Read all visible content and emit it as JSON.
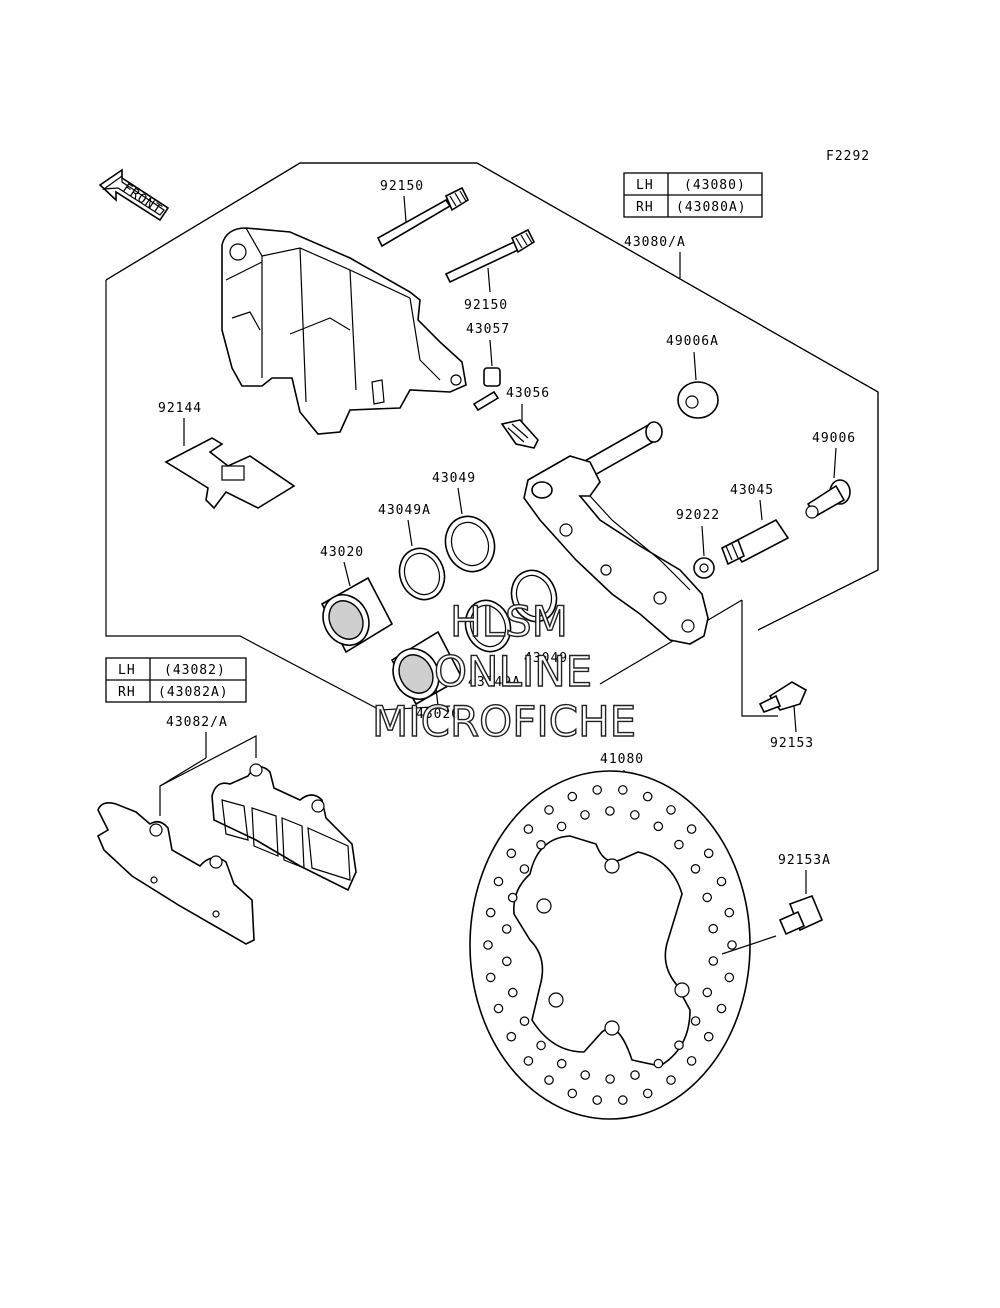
{
  "diagram_code": "F2292",
  "front_label": "FRONT",
  "caliper_table": {
    "rows": [
      {
        "side": "LH",
        "part": "(43080)"
      },
      {
        "side": "RH",
        "part": "(43080A)"
      }
    ]
  },
  "pad_table": {
    "rows": [
      {
        "side": "LH",
        "part": "(43082)"
      },
      {
        "side": "RH",
        "part": "(43082A)"
      }
    ]
  },
  "labels": {
    "pin_upper": "92150",
    "pin_lower": "92150",
    "caliper_assy": "43080/A",
    "boot": "43057",
    "bleeder": "43056",
    "seal_a": "49006A",
    "spring": "92144",
    "seal_b": "49006",
    "dust_seal_upper": "43049",
    "dust_seal_a_upper": "43049A",
    "sleeve": "43045",
    "piston_upper": "43020",
    "washer": "92022",
    "dust_seal_lower": "43049",
    "dust_seal_a_lower": "43049A",
    "piston_lower": "43020",
    "bolt": "92153",
    "pad_assy": "43082/A",
    "disc": "41080",
    "bolt_a": "92153A"
  },
  "watermark": {
    "line1": "HLSM",
    "line2": "ONLINE",
    "line3": "MICROFICHE"
  }
}
